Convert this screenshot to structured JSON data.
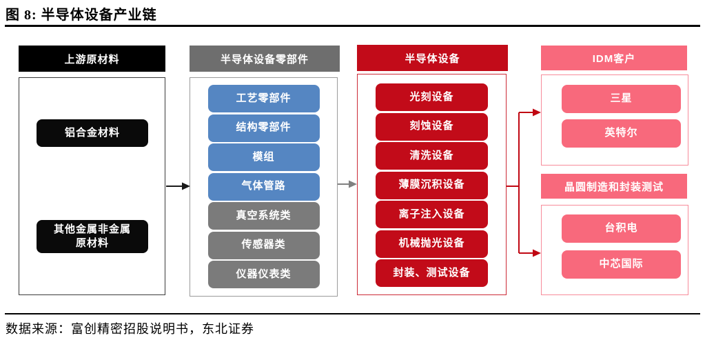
{
  "figure": {
    "title": "图 8:  半导体设备产业链",
    "source_label": "数据来源：富创精密招股说明书，东北证券"
  },
  "columns": [
    {
      "header": "上游原材料",
      "items": [
        {
          "label": "铝合金材料"
        },
        {
          "label": "其他金属非金属\n原材料"
        }
      ]
    },
    {
      "header": "半导体设备零部件",
      "items": [
        {
          "label": "工艺零部件"
        },
        {
          "label": "结构零部件"
        },
        {
          "label": "模组"
        },
        {
          "label": "气体管路"
        },
        {
          "label": "真空系统类"
        },
        {
          "label": "传感器类"
        },
        {
          "label": "仪器仪表类"
        }
      ]
    },
    {
      "header": "半导体设备",
      "items": [
        {
          "label": "光刻设备"
        },
        {
          "label": "刻蚀设备"
        },
        {
          "label": "清洗设备"
        },
        {
          "label": "薄膜沉积设备"
        },
        {
          "label": "离子注入设备"
        },
        {
          "label": "机械抛光设备"
        },
        {
          "label": "封装、测试设备"
        }
      ]
    }
  ],
  "customer_groups": [
    {
      "header": "IDM客户",
      "items": [
        {
          "label": "三星"
        },
        {
          "label": "英特尔"
        }
      ]
    },
    {
      "header": "晶圆制造和封装测试",
      "items": [
        {
          "label": "台积电"
        },
        {
          "label": "中芯国际"
        }
      ]
    }
  ],
  "colors": {
    "header_black": "#000000",
    "header_gray": "#6e6e6e",
    "header_red": "#c20b19",
    "header_pink": "#f8697c",
    "item_blue": "#5586c2",
    "item_gray": "#7b7b7b",
    "arrow_black": "#1a1a1a",
    "arrow_gray": "#808080",
    "arrow_red": "#c00712"
  }
}
